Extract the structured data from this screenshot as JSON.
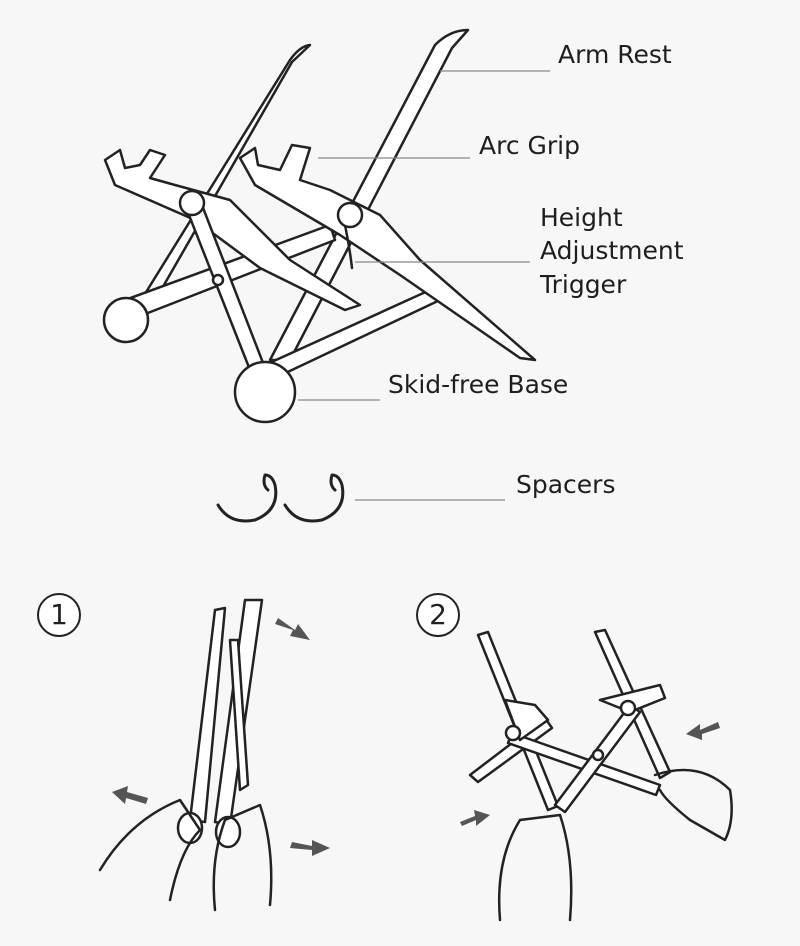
{
  "labels": {
    "arm_rest": "Arm Rest",
    "arc_grip": "Arc Grip",
    "height_trigger_line1": "Height",
    "height_trigger_line2": "Adjustment",
    "height_trigger_line3": "Trigger",
    "skid_free_base": "Skid-free Base",
    "spacers": "Spacers"
  },
  "steps": [
    "1",
    "2"
  ],
  "colors": {
    "background": "#f7f7f7",
    "line": "#222222",
    "leader": "#888888",
    "arrow": "#555555"
  }
}
